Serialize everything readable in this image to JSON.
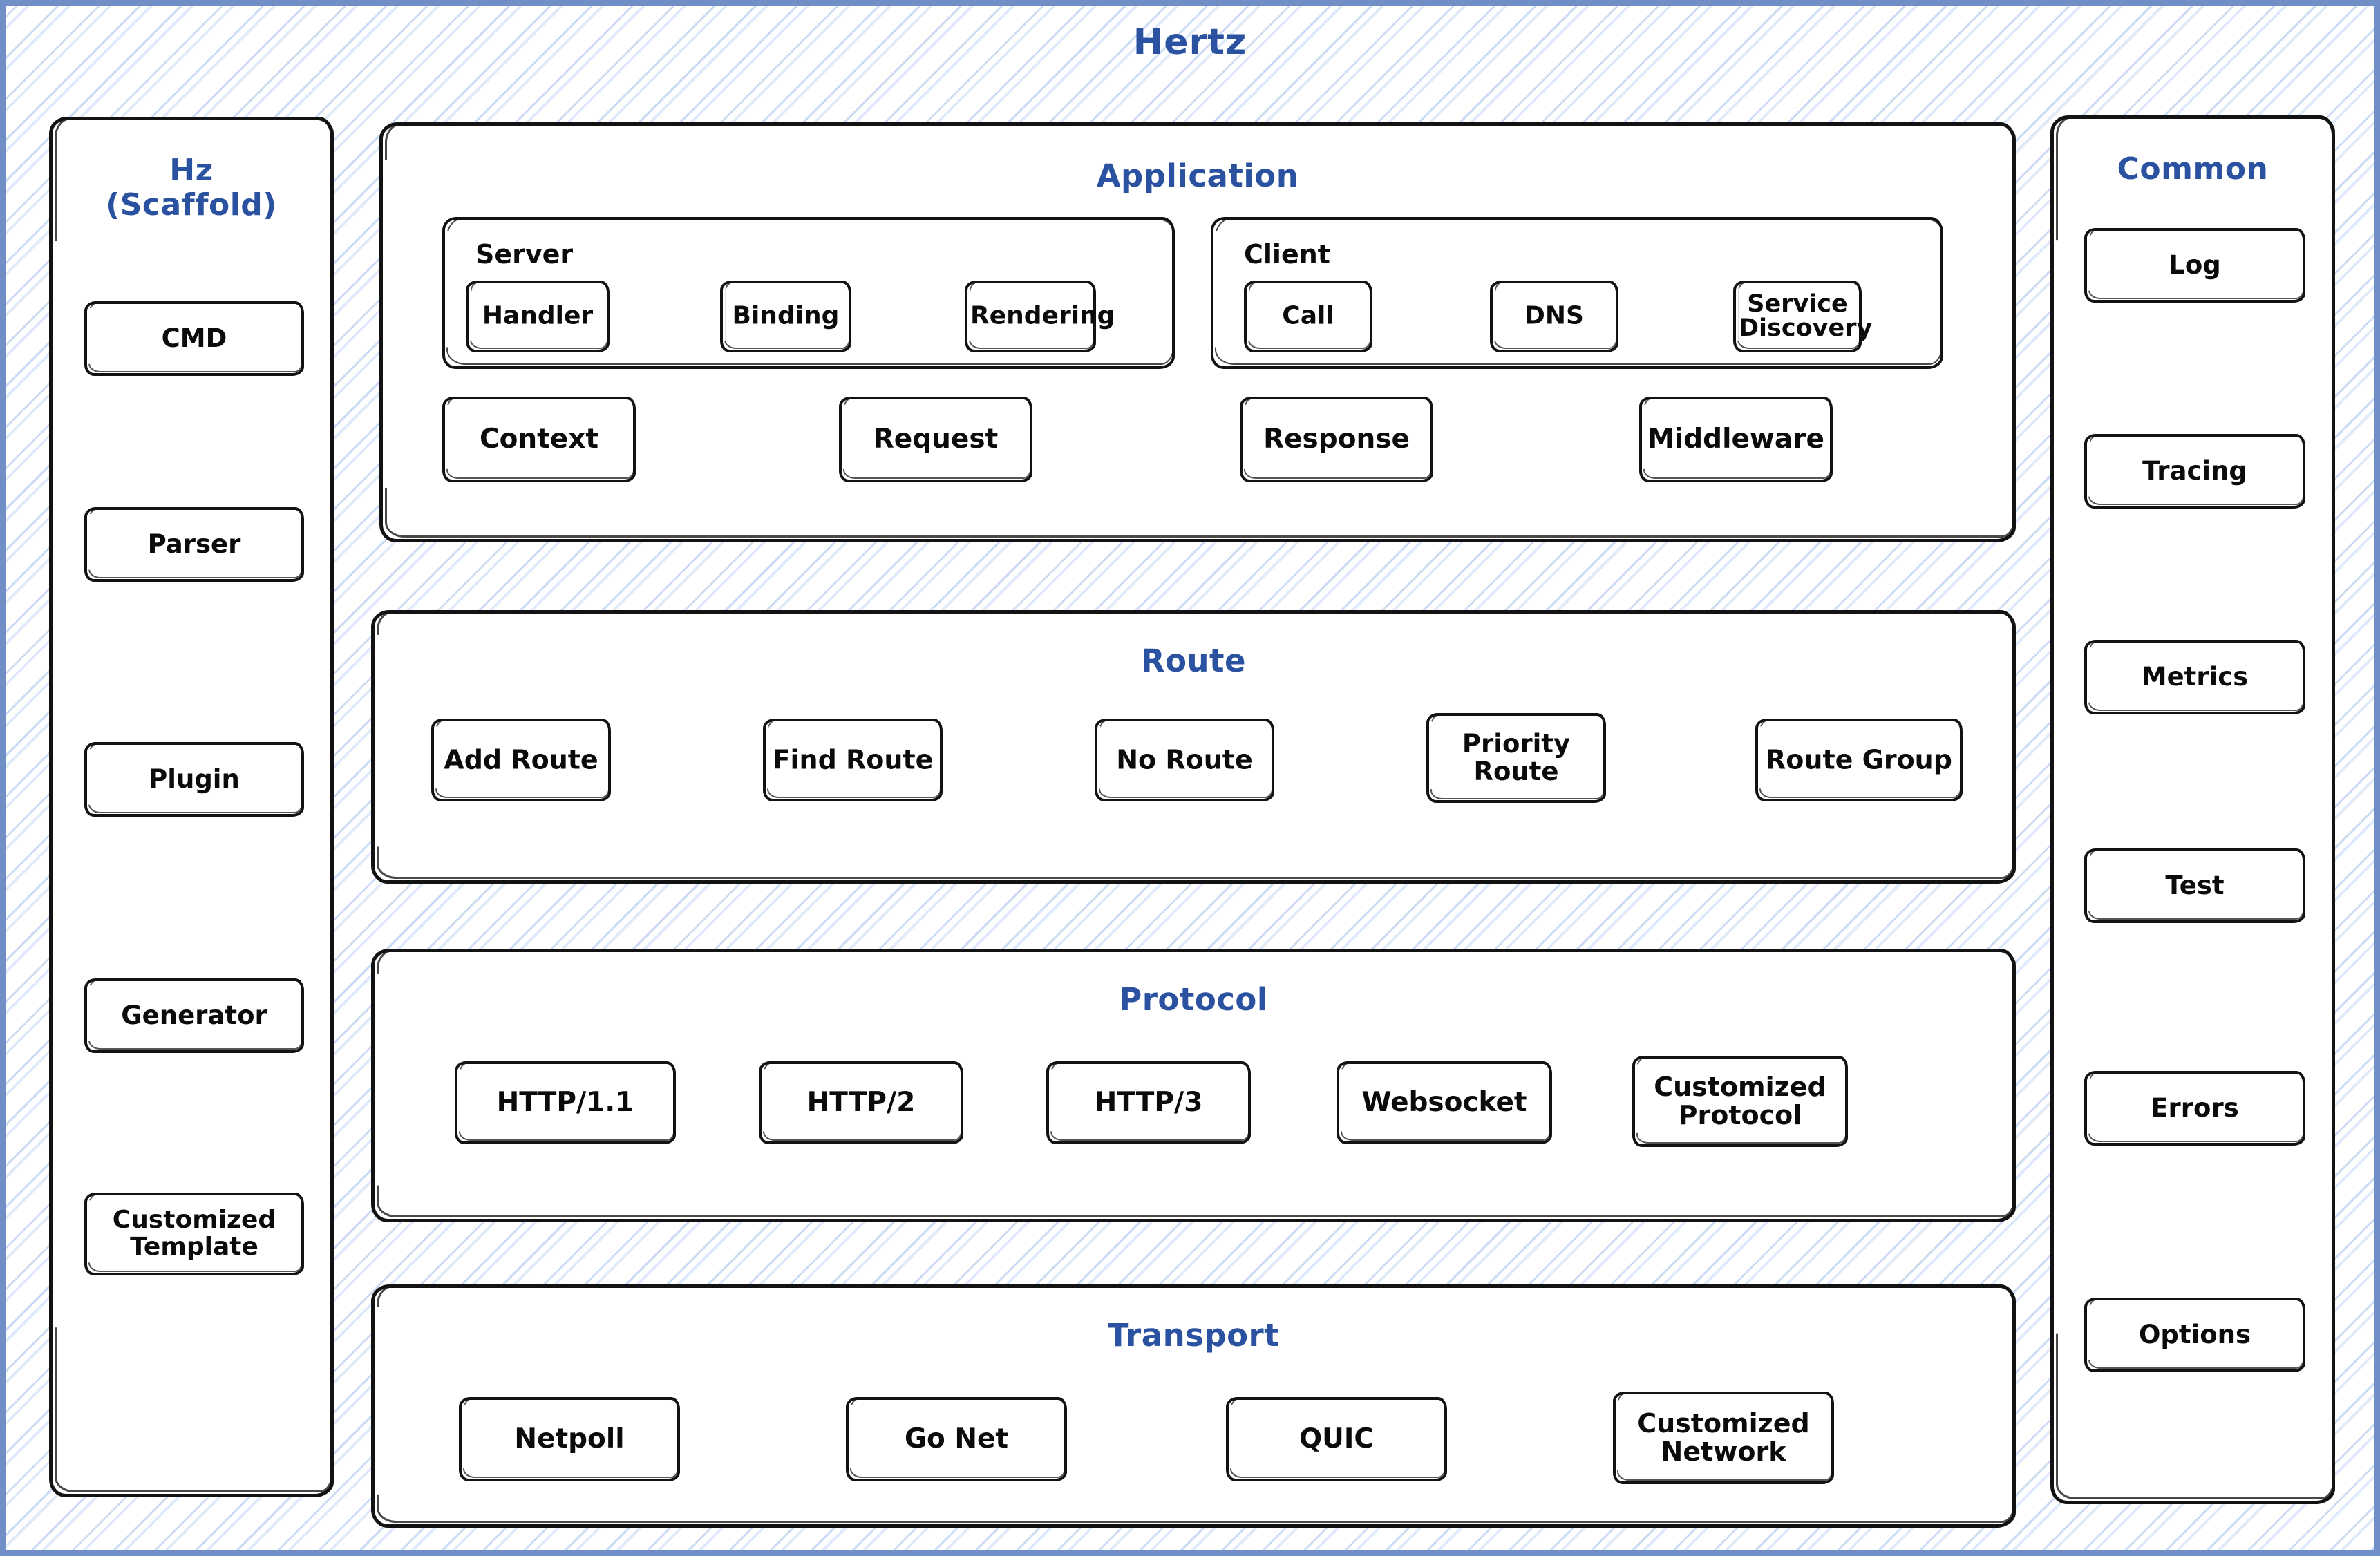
{
  "title": "Hertz",
  "colors": {
    "accent_blue": "#2b52a0",
    "frame_blue": "#6f8fc6",
    "hatch_blue": "#c8d9f3",
    "ink": "#121212",
    "surface": "#ffffff"
  },
  "left_column": {
    "title": "Hz\n(Scaffold)",
    "items": [
      {
        "label": "CMD"
      },
      {
        "label": "Parser"
      },
      {
        "label": "Plugin"
      },
      {
        "label": "Generator"
      },
      {
        "label": "Customized\nTemplate"
      }
    ]
  },
  "right_column": {
    "title": "Common",
    "items": [
      {
        "label": "Log"
      },
      {
        "label": "Tracing"
      },
      {
        "label": "Metrics"
      },
      {
        "label": "Test"
      },
      {
        "label": "Errors"
      },
      {
        "label": "Options"
      }
    ]
  },
  "layers": [
    {
      "id": "application",
      "title": "Application",
      "groups": [
        {
          "id": "server",
          "label": "Server",
          "items": [
            {
              "label": "Handler"
            },
            {
              "label": "Binding"
            },
            {
              "label": "Rendering"
            }
          ]
        },
        {
          "id": "client",
          "label": "Client",
          "items": [
            {
              "label": "Call"
            },
            {
              "label": "DNS"
            },
            {
              "label": "Service\nDiscovery"
            }
          ]
        }
      ],
      "items": [
        {
          "label": "Context"
        },
        {
          "label": "Request"
        },
        {
          "label": "Response"
        },
        {
          "label": "Middleware"
        }
      ]
    },
    {
      "id": "route",
      "title": "Route",
      "items": [
        {
          "label": "Add Route"
        },
        {
          "label": "Find Route"
        },
        {
          "label": "No Route"
        },
        {
          "label": "Priority\nRoute"
        },
        {
          "label": "Route Group"
        }
      ]
    },
    {
      "id": "protocol",
      "title": "Protocol",
      "items": [
        {
          "label": "HTTP/1.1"
        },
        {
          "label": "HTTP/2"
        },
        {
          "label": "HTTP/3"
        },
        {
          "label": "Websocket"
        },
        {
          "label": "Customized\nProtocol"
        }
      ]
    },
    {
      "id": "transport",
      "title": "Transport",
      "items": [
        {
          "label": "Netpoll"
        },
        {
          "label": "Go Net"
        },
        {
          "label": "QUIC"
        },
        {
          "label": "Customized\nNetwork"
        }
      ]
    }
  ]
}
